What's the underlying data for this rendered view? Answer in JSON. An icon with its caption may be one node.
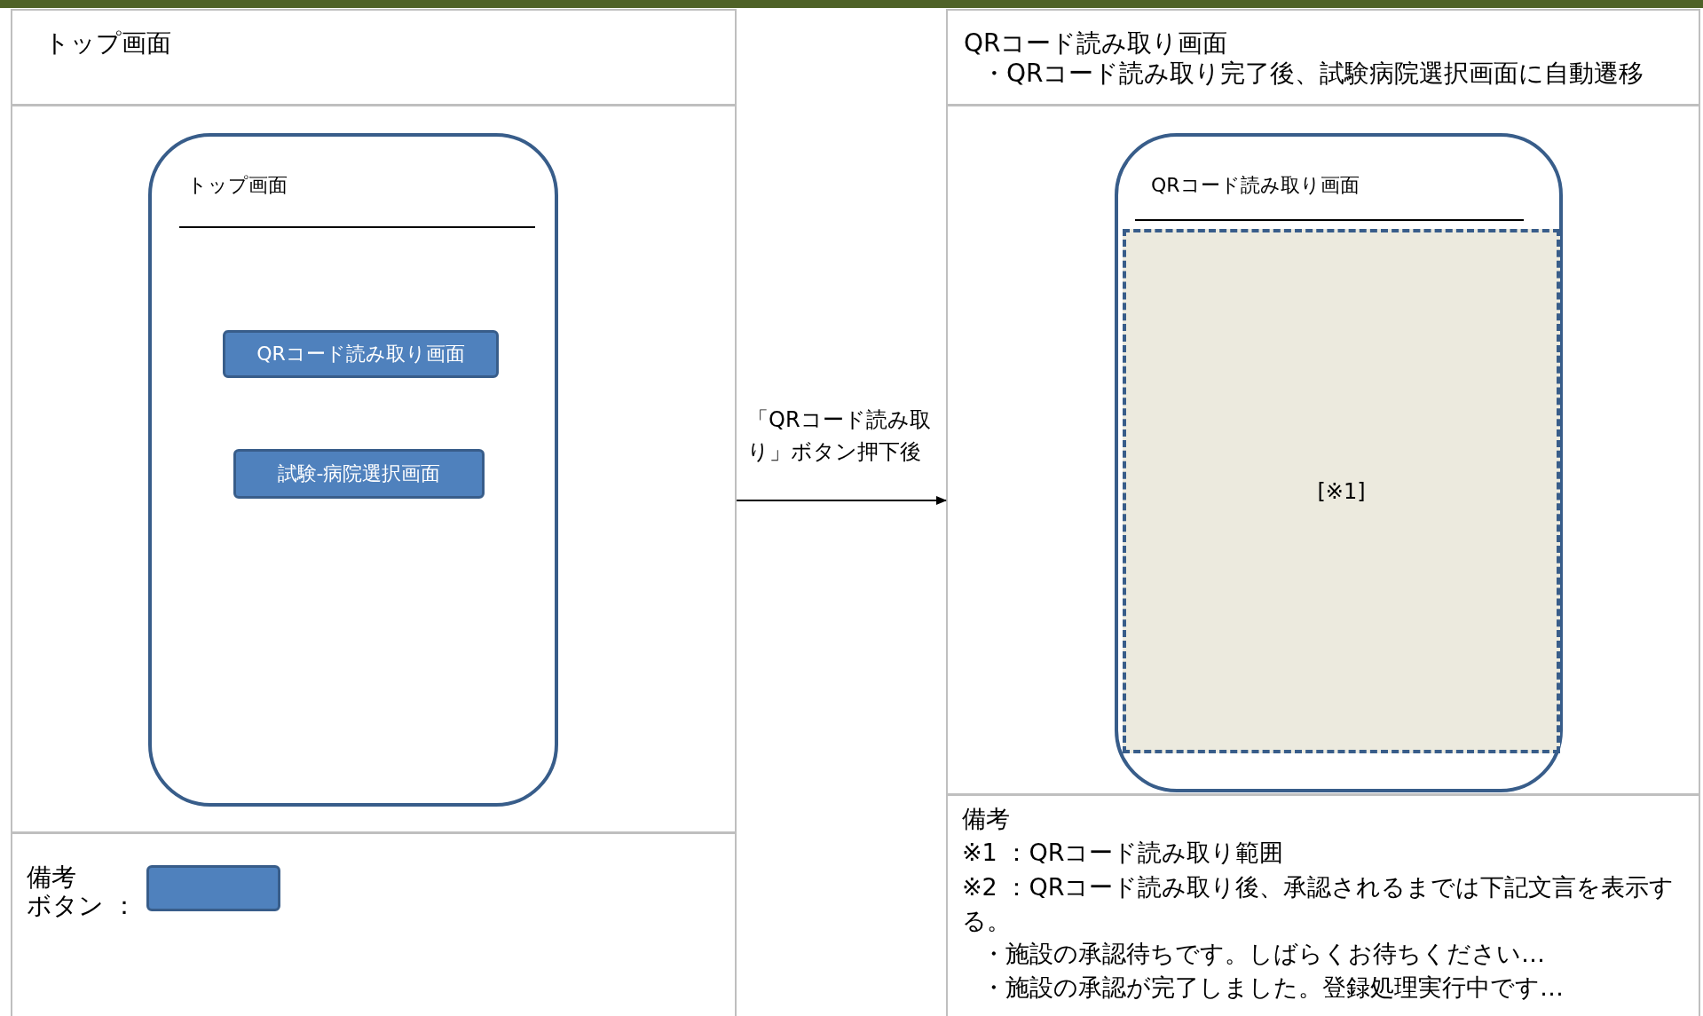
{
  "diagram": {
    "nodes": [
      {
        "text": [
          "トップ画面"
        ]
      },
      {
        "text": [],
        "shape": "box"
      },
      {
        "text": [
          "トップ画面"
        ],
        "in": 1
      },
      {
        "text": [
          "QRコード読み取り画面"
        ],
        "in": 2
      },
      {
        "text": [
          "試験-病院選択画面"
        ],
        "in": 2
      },
      {
        "text": [
          "QRコード読み取り画面",
          "・QRコード読み取り完了後、試験病院選択画面に自動遷移"
        ]
      },
      {
        "text": [],
        "shape": "box"
      },
      {
        "text": [
          "QRコード読み取り画面"
        ],
        "in": 6
      },
      {
        "text": [
          "[※1]"
        ],
        "in": 7
      },
      {
        "text": [
          "備考"
        ]
      },
      {
        "text": [
          "備考",
          "※1 ：QRコード読み取り範囲",
          "※2 ：QRコード読み取り後、承認されるまでは下記文言を表示する。",
          "・施設の承認待ちです。しばらくお待ちください…",
          "・施設の承認が完了しました。登録処理実行中です…"
        ]
      }
    ],
    "edges": [
      {
        "from": 1,
        "to": 6,
        "arrow": "to",
        "label": "「QRコード読み取り」ボタン押下後"
      }
    ],
    "legend": [
      {
        "text": "ボタン ：",
        "color": "#4f81bd"
      }
    ]
  }
}
